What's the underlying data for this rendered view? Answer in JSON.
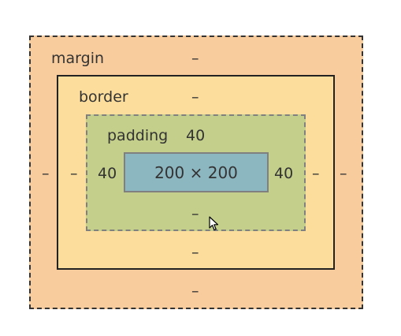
{
  "box_model": {
    "margin": {
      "label": "margin",
      "top": "–",
      "right": "–",
      "bottom": "–",
      "left": "–"
    },
    "border": {
      "label": "border",
      "top": "–",
      "right": "–",
      "bottom": "–",
      "left": "–"
    },
    "padding": {
      "label": "padding",
      "top": "40",
      "right": "40",
      "bottom": "–",
      "left": "40"
    },
    "content": {
      "size": "200 × 200"
    }
  },
  "colors": {
    "margin": "#f9cc9d",
    "border": "#fddd9b",
    "padding": "#c3cf8a",
    "content": "#8cb6c0"
  },
  "icons": {
    "cursor": "mouse-pointer-icon"
  }
}
